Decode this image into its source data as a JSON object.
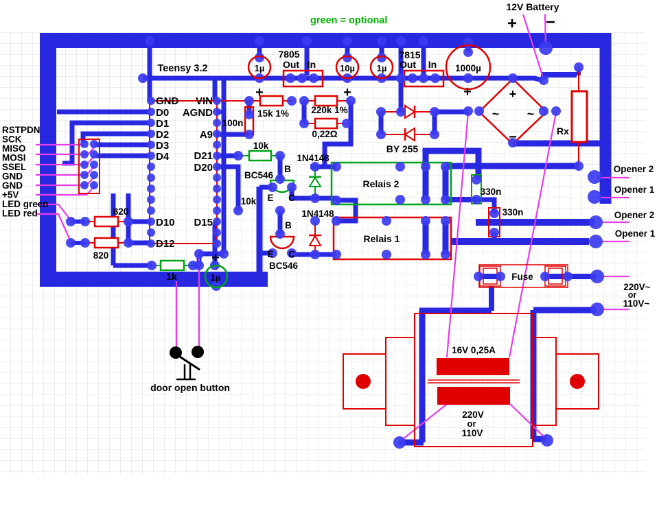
{
  "colors": {
    "wire_blue": "#2828e0",
    "pad_blue": "#3b3bf0",
    "component_red": "#e00000",
    "optional_green": "#00a317",
    "green_text": "#00b400",
    "magenta": "#e83ce8",
    "black": "#000000",
    "grid": "#d9dde3"
  },
  "notes": {
    "optional": "green = optional"
  },
  "battery": {
    "label": "12V Battery",
    "plus": "+",
    "minus": "−"
  },
  "board": {
    "name": "Teensy 3.2",
    "pins_left": [
      "GND",
      "D0",
      "D1",
      "D2",
      "D3",
      "D4",
      "D10",
      "D12"
    ],
    "pins_right": [
      "VIN",
      "AGND",
      "A9",
      "D21",
      "D20",
      "D15"
    ]
  },
  "header": {
    "labels": [
      "RSTPDN",
      "SCK",
      "MISO",
      "MOSI",
      "SSEL",
      "GND",
      "GND",
      "+5V",
      "LED green",
      "LED red"
    ]
  },
  "regulators": {
    "u1": "7805",
    "u2": "7815",
    "out": "Out",
    "in": "In"
  },
  "capacitors": {
    "c1": "1µ",
    "c2": "10µ",
    "c3": "1µ",
    "c4": "1000µ",
    "c5": "100n",
    "c6": "1µ",
    "c7": "330n",
    "c8": "330n"
  },
  "marks": {
    "p1": "+",
    "p2": "+",
    "p3": "+",
    "p4": "+"
  },
  "bridge": {
    "plus": "+",
    "minus": "−",
    "ac_left": "~",
    "ac_right": "~"
  },
  "resistors": {
    "r1": "15k 1%",
    "r2": "220k 1%",
    "r3": "0,22Ω",
    "r4": "10k",
    "r5": "10k",
    "r6": "820",
    "r7": "820",
    "r8": "1k",
    "r9": "Rx"
  },
  "diodes": {
    "bridge_label": "BY 255",
    "d1": "1N4148",
    "d2": "1N4148"
  },
  "transistors": {
    "q1": "BC546",
    "q2": "BC546",
    "pin_b": "B",
    "pin_e": "E",
    "pin_c": "C"
  },
  "relays": {
    "k2": "Relais 2",
    "k1": "Relais 1"
  },
  "connections": {
    "opener2_a": "Opener 2",
    "opener1_a": "Opener 1",
    "opener2_b": "Opener 2",
    "opener1_b": "Opener 1",
    "fuse": "Fuse",
    "mains_top": "220V~",
    "mains_or": "or",
    "mains_bottom": "110V~"
  },
  "transformer": {
    "secondary": "16V  0,25A",
    "primary_1": "220V",
    "primary_2": "or",
    "primary_3": "110V"
  },
  "button": {
    "label": "door open button"
  }
}
